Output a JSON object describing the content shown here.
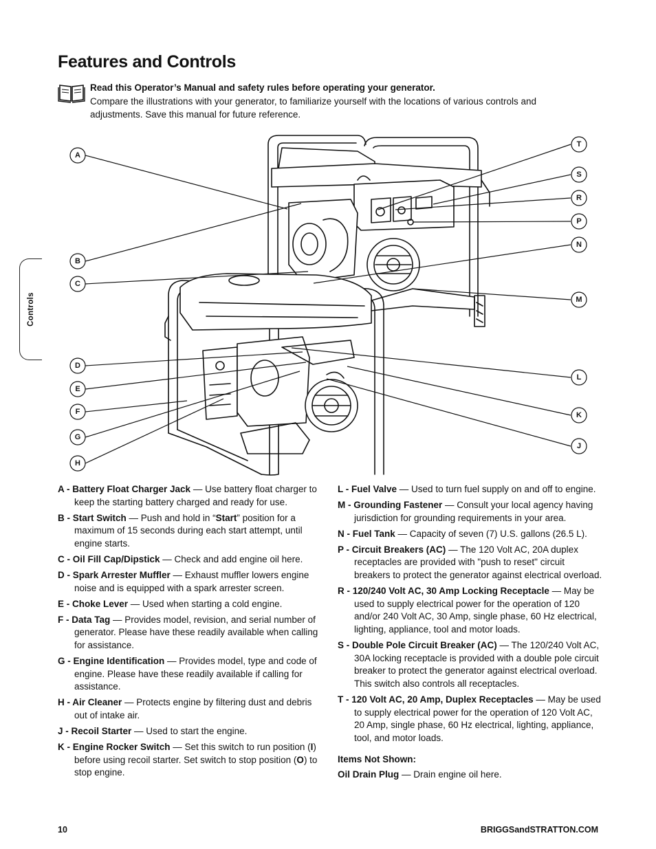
{
  "page": {
    "title": "Features and Controls",
    "intro_bold": "Read this Operator’s Manual and safety rules before operating your generator.",
    "intro_text": "Compare the illustrations with your generator, to familiarize yourself with the locations of various controls and adjustments. Save this manual for future reference.",
    "side_tab": "Controls",
    "page_number": "10",
    "website": "BRIGGSandSTRATTON.COM"
  },
  "callouts": {
    "A": "A",
    "B": "B",
    "C": "C",
    "D": "D",
    "E": "E",
    "F": "F",
    "G": "G",
    "H": "H",
    "T": "T",
    "S": "S",
    "R": "R",
    "P": "P",
    "N": "N",
    "M": "M",
    "L": "L",
    "K": "K",
    "J": "J"
  },
  "items": {
    "A": {
      "term": "A - Battery Float Charger Jack",
      "text": " — Use battery float charger to keep the starting battery charged and ready for use."
    },
    "B": {
      "term": "B - Start Switch",
      "text_before": " — Push and hold in “",
      "bold_word": "Start",
      "text_after": "” position for a maximum of 15 seconds during each start attempt, until engine starts."
    },
    "C": {
      "term": "C - Oil Fill Cap/Dipstick",
      "text": " — Check and add engine oil here."
    },
    "D": {
      "term": "D - Spark Arrester Muffler",
      "text": " — Exhaust muffler lowers engine noise and is equipped with a spark arrester screen."
    },
    "E": {
      "term": "E - Choke Lever",
      "text": " — Used when starting a cold engine."
    },
    "F": {
      "term": "F - Data Tag",
      "text": " — Provides model, revision, and serial number of generator. Please have these readily available when calling for assistance."
    },
    "G": {
      "term": "G - Engine Identification",
      "text": " — Provides model, type and code of engine. Please have these readily available if calling for assistance."
    },
    "H": {
      "term": "H - Air Cleaner",
      "text": " — Protects engine by filtering dust and debris out of intake air."
    },
    "J": {
      "term": "J - Recoil Starter",
      "text": " — Used to start the engine."
    },
    "K": {
      "term": "K - Engine Rocker Switch",
      "text_a": " — Set this switch to run position (",
      "bold_on": "I",
      "text_b": ") before using recoil starter. Set switch to stop position (",
      "bold_off": "O",
      "text_c": ") to stop engine."
    },
    "L": {
      "term": "L - Fuel Valve",
      "text": " — Used to turn fuel supply on and off to engine."
    },
    "M": {
      "term": "M - Grounding Fastener",
      "text": " — Consult your local agency having jurisdiction for grounding requirements in your area."
    },
    "N": {
      "term": "N - Fuel Tank",
      "text": " — Capacity of seven (7) U.S. gallons (26.5 L)."
    },
    "P": {
      "term": "P - Circuit Breakers (AC)",
      "text": " — The 120 Volt AC, 20A duplex receptacles are provided with \"push to reset\" circuit breakers to protect the generator against electrical overload."
    },
    "R": {
      "term": "R - 120/240 Volt AC, 30 Amp Locking Receptacle",
      "text": " — May be used to supply electrical power for the operation of 120 and/or 240 Volt AC, 30 Amp, single phase, 60 Hz electrical, lighting, appliance, tool and motor loads."
    },
    "S": {
      "term": "S - Double Pole Circuit Breaker (AC)",
      "text": " — The 120/240 Volt AC, 30A locking receptacle is provided with a double pole circuit breaker to protect the generator against electrical overload. This switch also controls all receptacles."
    },
    "T": {
      "term": "T - 120 Volt AC, 20 Amp, Duplex Receptacles",
      "text": " — May be used to supply electrical power for the operation of 120 Volt AC, 20 Amp, single phase, 60 Hz electrical, lighting, appliance, tool, and motor loads."
    }
  },
  "not_shown": {
    "heading": "Items Not Shown:",
    "term": "Oil Drain Plug",
    "text": " — Drain engine oil here."
  },
  "icons": {
    "manual": "open-book-icon",
    "illustration": "generator-illustration"
  }
}
